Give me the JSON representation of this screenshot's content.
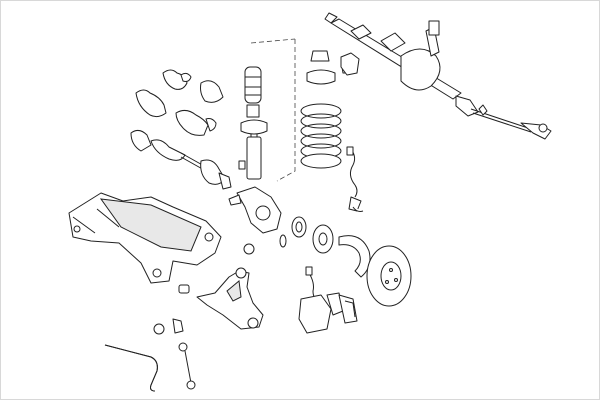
{
  "diagram": {
    "type": "exploded-parts-drawing",
    "colors": {
      "line": "#222222",
      "background": "#ffffff",
      "frame": "#d8d8d8"
    },
    "parts": [
      "steering-rack",
      "tie-rod",
      "tie-rod-end",
      "axle-boots",
      "drive-shaft",
      "subframe",
      "strut-bump-stop",
      "shock-absorber",
      "coil-spring",
      "strut-mount",
      "steering-knuckle",
      "wheel-bearing",
      "wheel-hub",
      "dust-shield",
      "brake-disc",
      "brake-caliper",
      "brake-hose",
      "abs-sensor",
      "control-arm",
      "control-arm-bushings",
      "stabilizer-bar",
      "stabilizer-link"
    ]
  }
}
